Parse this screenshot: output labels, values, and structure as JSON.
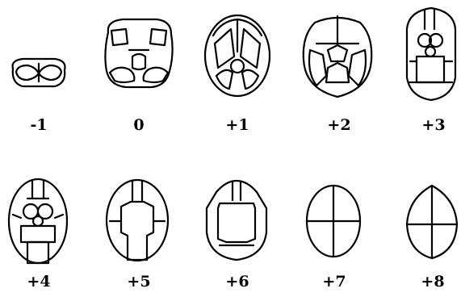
{
  "figure": {
    "slices": [
      {
        "label": "-1"
      },
      {
        "label": "0"
      },
      {
        "label": "+1"
      },
      {
        "label": "+2"
      },
      {
        "label": "+3"
      },
      {
        "label": "+4"
      },
      {
        "label": "+5"
      },
      {
        "label": "+6"
      },
      {
        "label": "+7"
      },
      {
        "label": "+8"
      }
    ]
  }
}
